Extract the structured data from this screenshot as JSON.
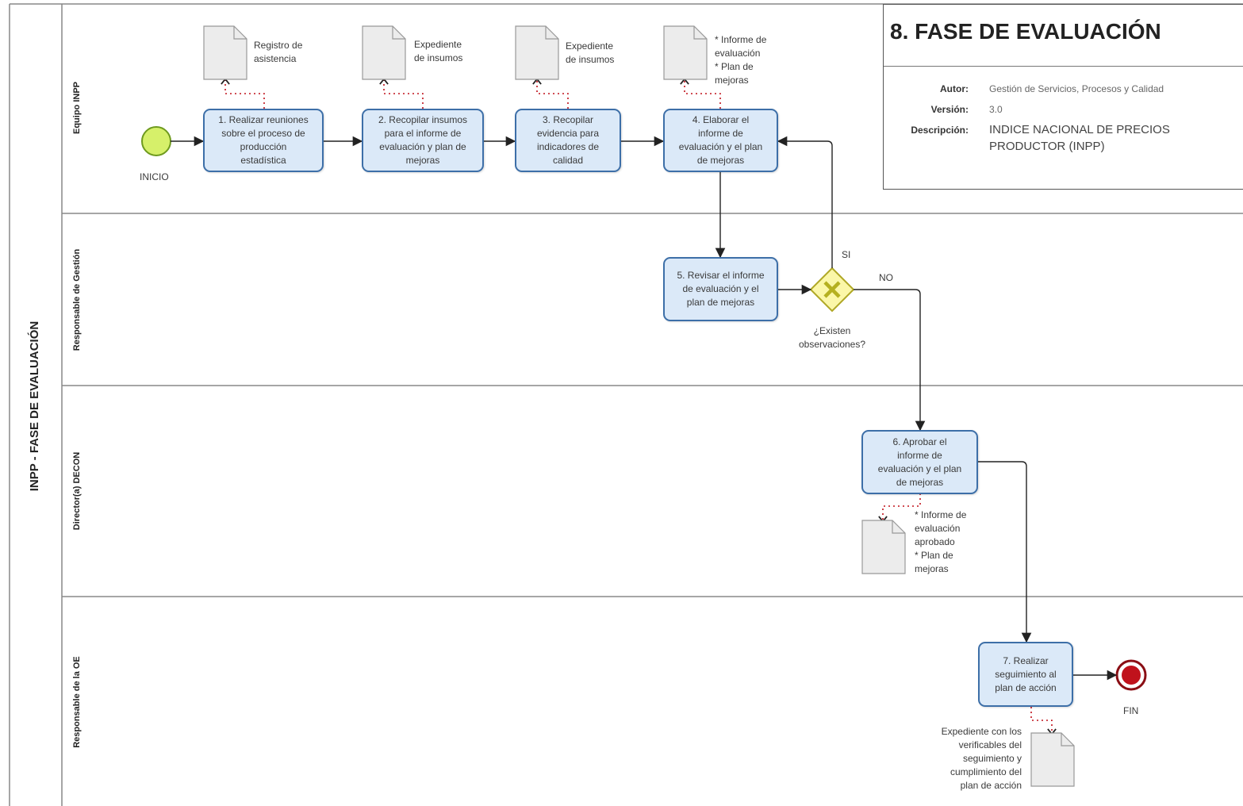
{
  "pool": {
    "title": "INPP - FASE DE EVALUACIÓN"
  },
  "lanes": [
    {
      "name": "Equipo INPP"
    },
    {
      "name": "Responsable de Gestión"
    },
    {
      "name": "Director(a) DECON"
    },
    {
      "name": "Responsable de la OE"
    }
  ],
  "info": {
    "title": "8. FASE DE EVALUACIÓN",
    "autor_key": "Autor:",
    "autor_val": "Gestión de Servicios, Procesos y Calidad",
    "version_key": "Versión:",
    "version_val": "3.0",
    "descripcion_key": "Descripción:",
    "descripcion_val": "INDICE NACIONAL DE PRECIOS\nPRODUCTOR (INPP)"
  },
  "events": {
    "start": "INICIO",
    "end": "FIN"
  },
  "tasks": [
    {
      "label": "1. Realizar reuniones\nsobre el proceso de\nproducción\nestadística"
    },
    {
      "label": "2. Recopilar insumos\npara el informe de\nevaluación y plan de\nmejoras"
    },
    {
      "label": "3. Recopilar\nevidencia para\nindicadores de\ncalidad"
    },
    {
      "label": "4. Elaborar el\ninforme de\nevaluación y el plan\nde mejoras"
    },
    {
      "label": "5. Revisar el informe\nde evaluación y el\nplan de mejoras"
    },
    {
      "label": "6. Aprobar el\ninforme de\nevaluación y el plan\nde mejoras"
    },
    {
      "label": "7. Realizar\nseguimiento al\nplan de acción"
    }
  ],
  "gateway": {
    "question": "¿Existen\nobservaciones?",
    "yes": "SI",
    "no": "NO"
  },
  "documents": [
    {
      "label": "Registro de\nasistencia"
    },
    {
      "label": "Expediente\nde insumos"
    },
    {
      "label": "Expediente\nde insumos"
    },
    {
      "label": "* Informe de\nevaluación\n* Plan de\nmejoras"
    },
    {
      "label": "* Informe de\nevaluación\naprobado\n* Plan de\nmejoras"
    },
    {
      "label": "Expediente con los\nverificables del\nseguimiento y\ncumplimiento del\nplan de acción"
    }
  ],
  "colors": {
    "task_fill": "#dbe9f8",
    "task_border": "#3d6fa8",
    "start_fill": "#d6f06a",
    "end_fill": "#c0121c",
    "gateway_fill": "#fbf7a8",
    "gateway_mark": "#b5b020",
    "association": "#c0121c"
  }
}
